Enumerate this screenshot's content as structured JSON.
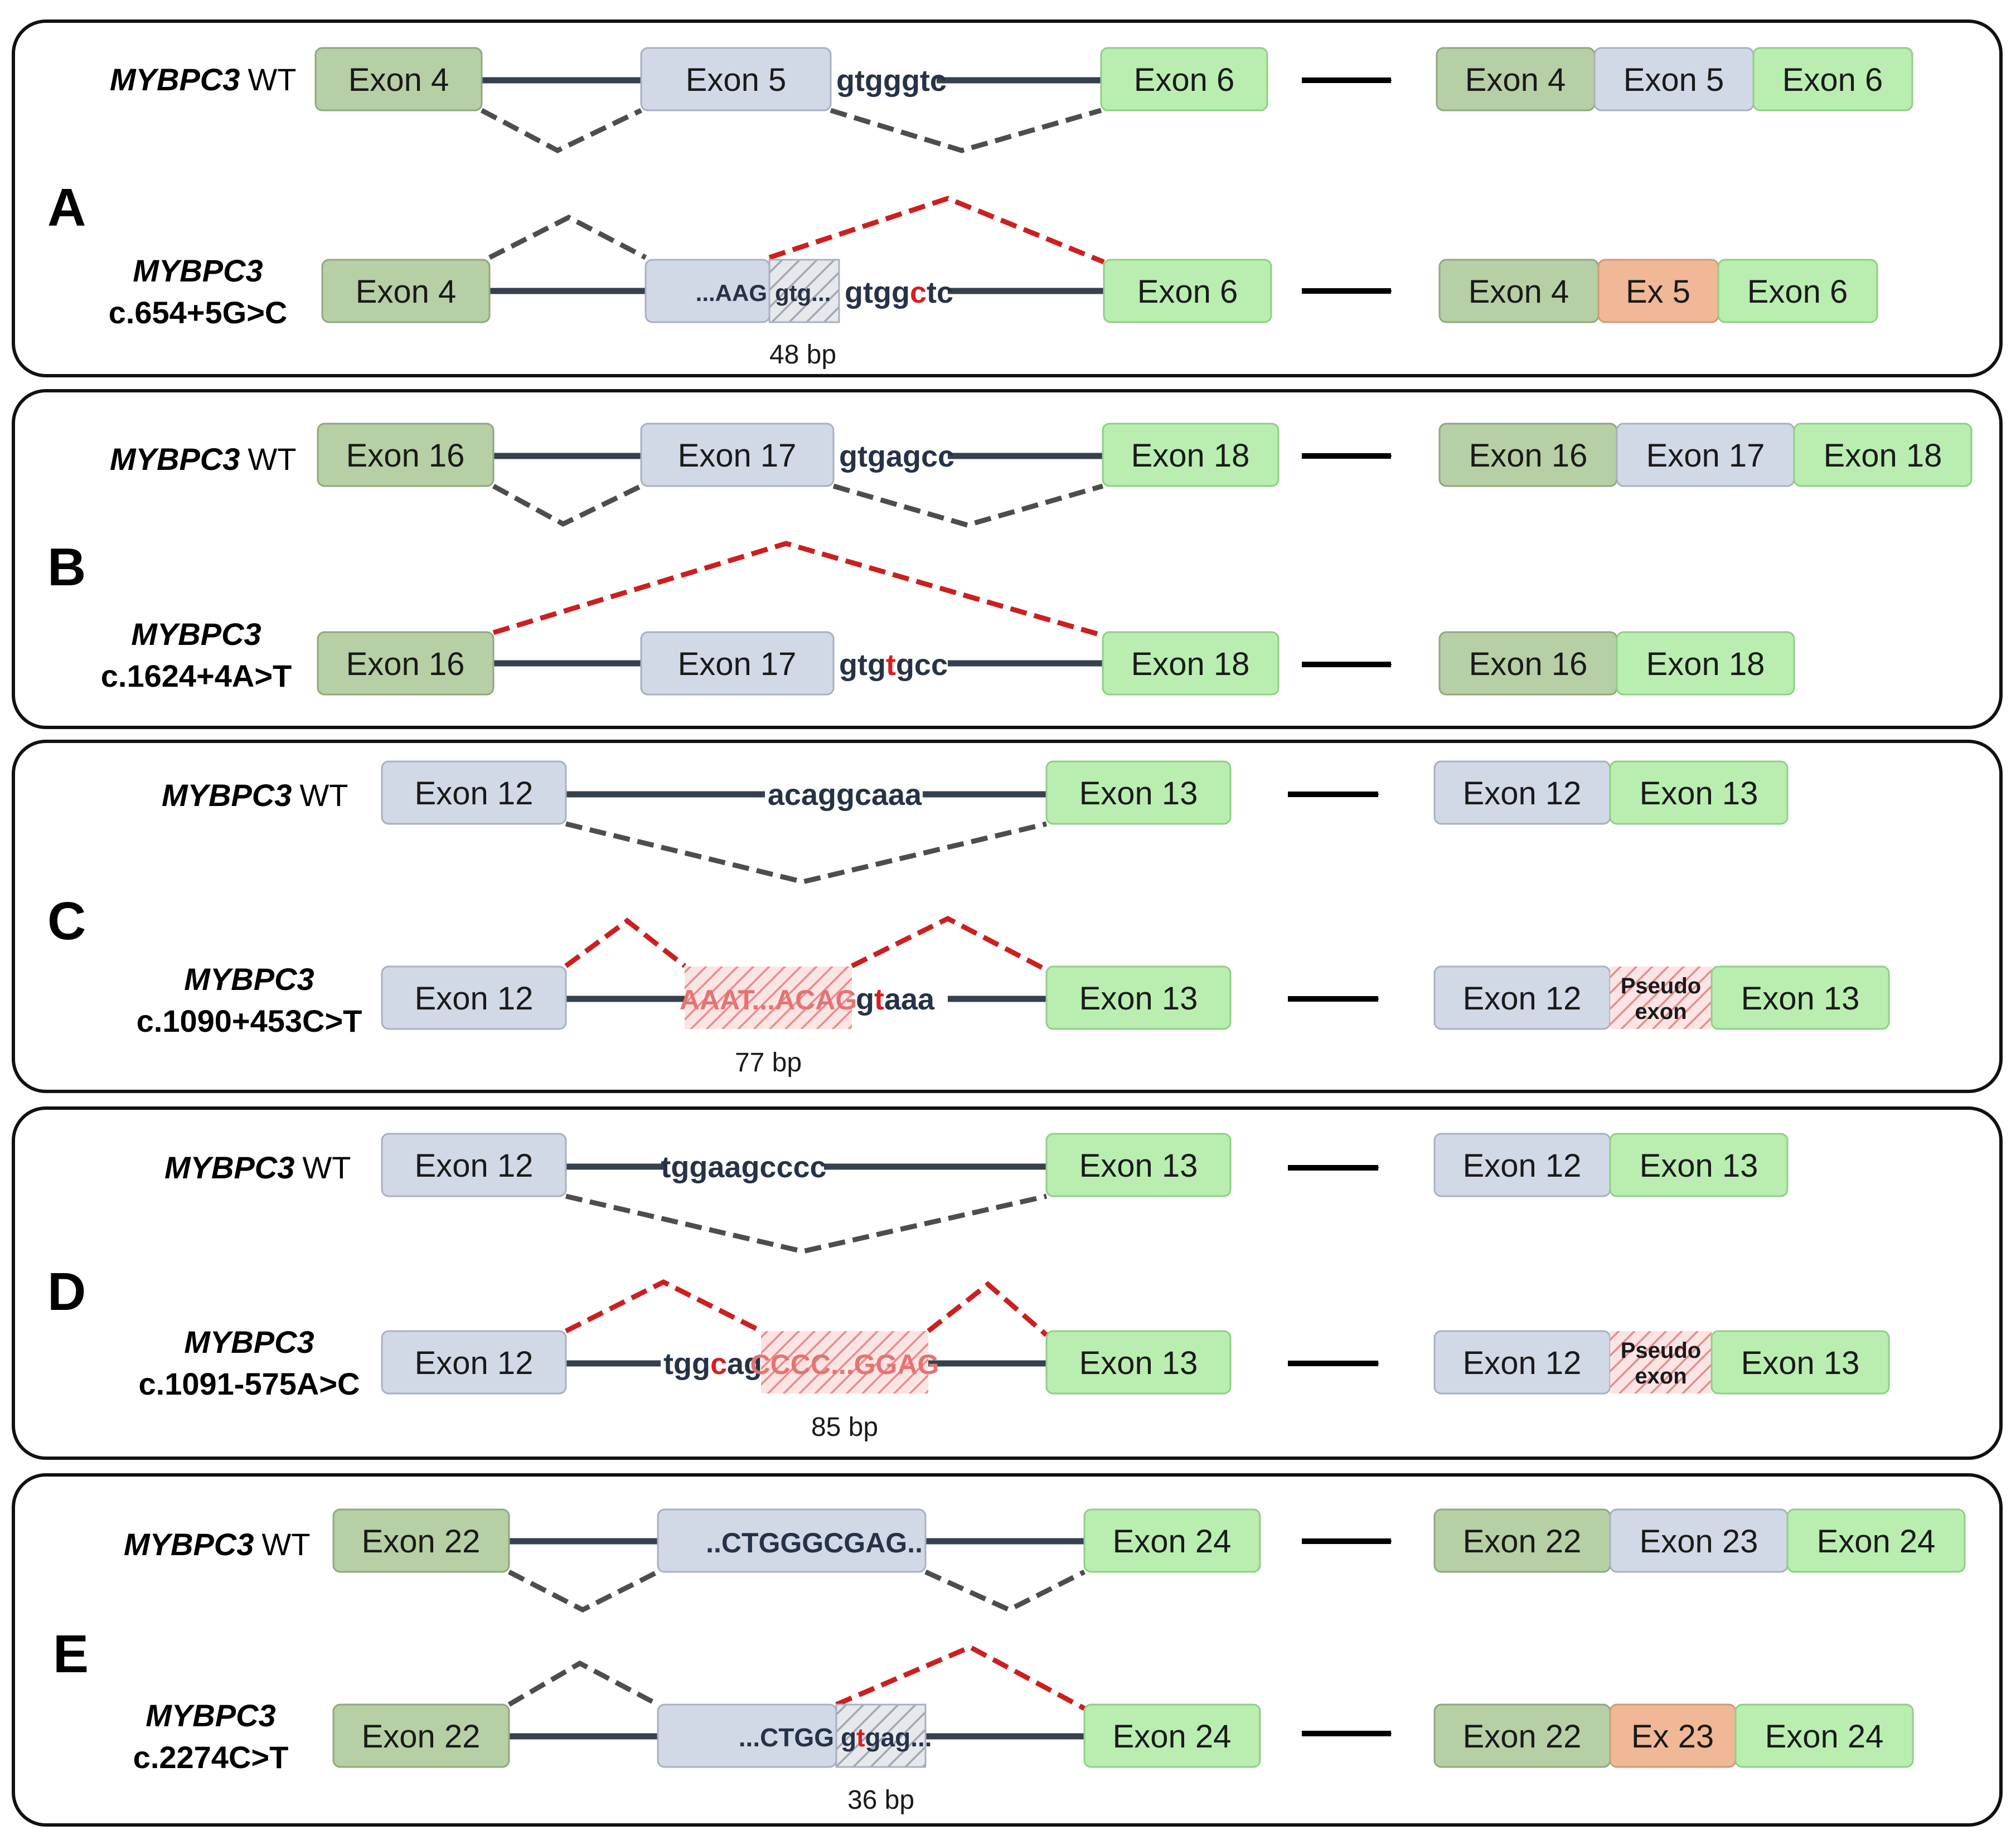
{
  "colors": {
    "exon_dark_green": "#b6cfa4",
    "exon_light_green": "#b9eeb0",
    "exon_blue": "#d1d8e6",
    "exon_orange": "#f0b896",
    "pseudo_red": "#e98888",
    "skip_red": "#cc1f1f",
    "splice_gray": "#4d4d4d",
    "intron": "#36404f",
    "text": "#263247"
  },
  "panels": [
    {
      "letter": "A",
      "wt_label": {
        "gene": "MYBPC3",
        "suffix": "WT"
      },
      "wt_exons": [
        "Exon 4",
        "Exon 5",
        "Exon 6"
      ],
      "wt_seq": "gtgggtc",
      "wt_product": [
        "Exon 4",
        "Exon 5",
        "Exon 6"
      ],
      "mut_label": {
        "gene": "MYBPC3",
        "variant": "c.654+5G>C"
      },
      "mut_exons": [
        "Exon 4",
        "...AAG",
        "gtg...",
        "Exon 6"
      ],
      "mut_seq": {
        "pre": "gtgg",
        "mut": "c",
        "post": "tc"
      },
      "mut_size": "48 bp",
      "mut_product": [
        "Exon 4",
        "Ex 5",
        "Exon 6"
      ]
    },
    {
      "letter": "B",
      "wt_label": {
        "gene": "MYBPC3",
        "suffix": "WT"
      },
      "wt_exons": [
        "Exon 16",
        "Exon 17",
        "Exon 18"
      ],
      "wt_seq": "gtgagcc",
      "wt_product": [
        "Exon 16",
        "Exon 17",
        "Exon 18"
      ],
      "mut_label": {
        "gene": "MYBPC3",
        "variant": "c.1624+4A>T"
      },
      "mut_exons": [
        "Exon 16",
        "Exon 17",
        "Exon 18"
      ],
      "mut_seq": {
        "pre": "gtg",
        "mut": "t",
        "post": "gcc"
      },
      "mut_product": [
        "Exon 16",
        "Exon 18"
      ]
    },
    {
      "letter": "C",
      "wt_label": {
        "gene": "MYBPC3",
        "suffix": "WT"
      },
      "wt_exons": [
        "Exon 12",
        "Exon 13"
      ],
      "wt_seq": "acaggcaaa",
      "wt_product": [
        "Exon 12",
        "Exon 13"
      ],
      "mut_label": {
        "gene": "MYBPC3",
        "variant": "c.1090+453C>T"
      },
      "mut_exons": [
        "Exon 12",
        "Exon 13"
      ],
      "mut_pseudo": "AAAT...ACAG",
      "mut_seq": {
        "pre": "g",
        "mut": "t",
        "post": "aaa"
      },
      "mut_size": "77 bp",
      "mut_product": [
        "Exon 12",
        "Pseudo",
        "exon",
        "Exon 13"
      ]
    },
    {
      "letter": "D",
      "wt_label": {
        "gene": "MYBPC3",
        "suffix": "WT"
      },
      "wt_exons": [
        "Exon 12",
        "Exon 13"
      ],
      "wt_seq": "tggaagcccc",
      "wt_product": [
        "Exon 12",
        "Exon 13"
      ],
      "mut_label": {
        "gene": "MYBPC3",
        "variant": "c.1091-575A>C"
      },
      "mut_exons": [
        "Exon 12",
        "Exon 13"
      ],
      "mut_seq": {
        "pre": "tgg",
        "mut": "c",
        "post": "ag"
      },
      "mut_pseudo": "CCCC...GGAG",
      "mut_size": "85 bp",
      "mut_product": [
        "Exon 12",
        "Pseudo",
        "exon",
        "Exon 13"
      ]
    },
    {
      "letter": "E",
      "wt_label": {
        "gene": "MYBPC3",
        "suffix": "WT"
      },
      "wt_exons": [
        "Exon 22",
        "..CTGGGCGAG..",
        "Exon 24"
      ],
      "wt_product": [
        "Exon 22",
        "Exon 23",
        "Exon 24"
      ],
      "mut_label": {
        "gene": "MYBPC3",
        "variant": "c.2274C>T"
      },
      "mut_exons": [
        "Exon 22",
        "...CTGG",
        "Exon 24"
      ],
      "mut_seq": {
        "pre": "g",
        "mut": "t",
        "post": "gag..."
      },
      "mut_size": "36 bp",
      "mut_product": [
        "Exon 22",
        "Ex 23",
        "Exon 24"
      ]
    }
  ]
}
